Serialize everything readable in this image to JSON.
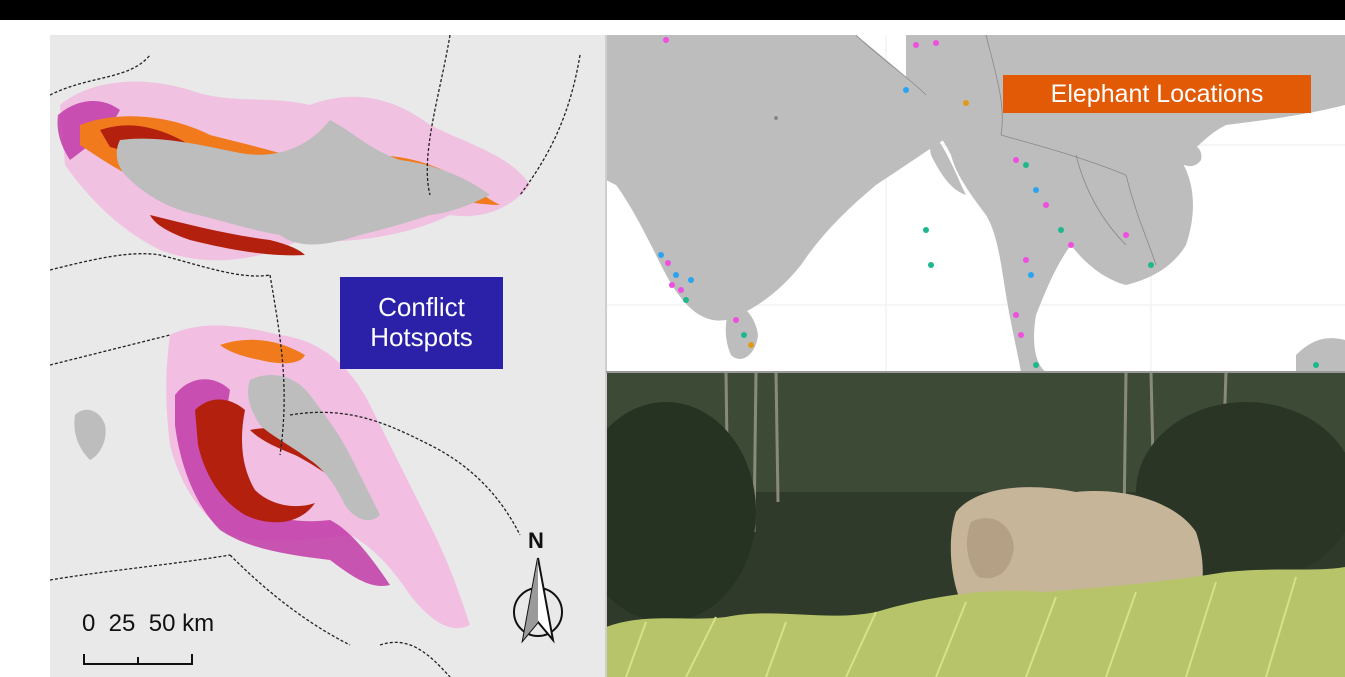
{
  "conflict_map": {
    "label_line1": "Conflict",
    "label_line2": "Hotspots",
    "scale_text": "0  25  50 km",
    "north_letter": "N",
    "colors": {
      "land": "#bdbdbd",
      "sea": "#e9e9e9",
      "hotspot_high": "#b3200e",
      "hotspot_mid": "#f07a1c",
      "hotspot_low": "#c23aa8",
      "hotspot_pale": "#f3b7e0",
      "label_bg": "#2a21a8"
    }
  },
  "locations_map": {
    "label": "Elephant Locations",
    "colors": {
      "land": "#bdbdbd",
      "sea": "#ffffff",
      "point_pink": "#f04ee0",
      "point_blue": "#2aa3f0",
      "point_teal": "#1db88c",
      "point_orange": "#e09a1a",
      "label_bg": "#e25a06"
    }
  },
  "photo": {
    "subject": "asian-elephant-in-grass",
    "colors": {
      "forest": "#2f3a2a",
      "grass": "#b7c46a",
      "elephant": "#c7b59a"
    }
  }
}
